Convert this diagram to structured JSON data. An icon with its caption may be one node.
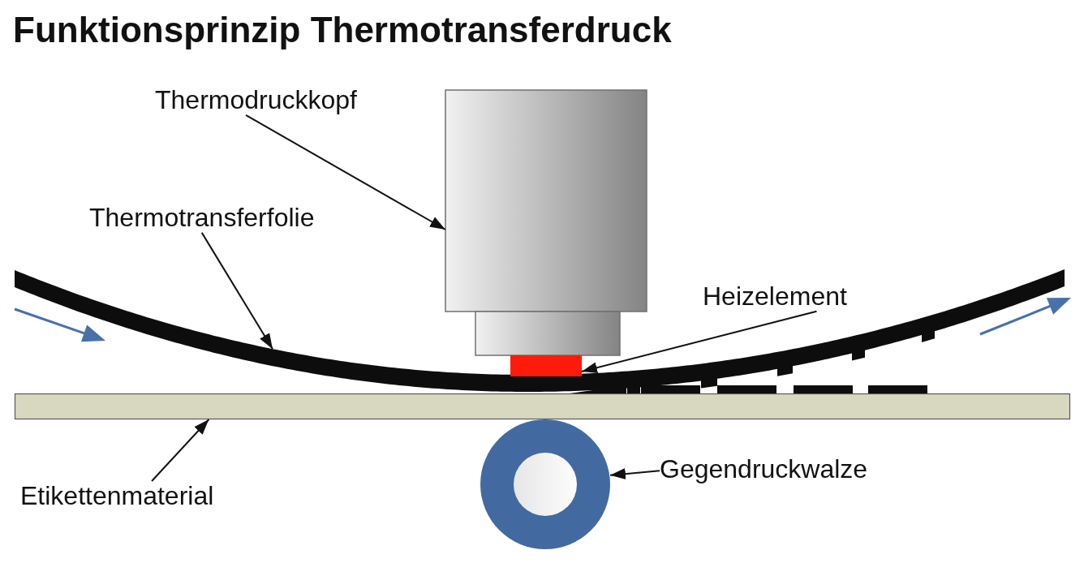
{
  "diagram": {
    "title": "Funktionsprinzip Thermotransferdruck",
    "nodes": [
      {
        "text": [
          "Thermodruckkopf"
        ]
      },
      {
        "text": [],
        "shape": "box"
      },
      {
        "text": [
          "Thermotransferfolie"
        ]
      },
      {
        "text": [],
        "shape": "band"
      },
      {
        "text": [
          "Heizelement"
        ]
      },
      {
        "text": [],
        "shape": "box"
      },
      {
        "text": [
          "Etikettenmaterial"
        ]
      },
      {
        "text": [],
        "shape": "bar"
      },
      {
        "text": [
          "Gegendruckwalze"
        ]
      },
      {
        "text": [],
        "shape": "circle"
      }
    ],
    "edges": [
      {
        "from": 0,
        "to": 1,
        "arrow": "to"
      },
      {
        "from": 2,
        "to": 3,
        "arrow": "to"
      },
      {
        "from": 4,
        "to": 5,
        "arrow": "to"
      },
      {
        "from": 6,
        "to": 7,
        "arrow": "to"
      },
      {
        "from": 8,
        "to": 9,
        "arrow": "to"
      }
    ]
  }
}
